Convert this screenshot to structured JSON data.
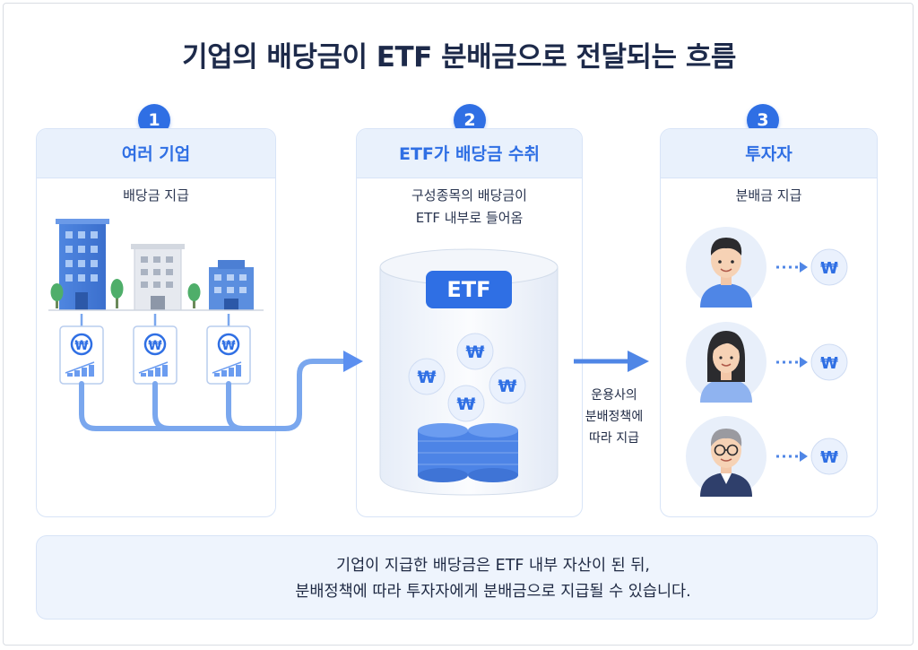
{
  "title": "기업의 배당금이 ETF 분배금으로 전달되는 흐름",
  "steps": [
    {
      "number": "1",
      "heading": "여러 기업",
      "subtitle_lines": [
        "배당금 지급"
      ]
    },
    {
      "number": "2",
      "heading": "ETF가 배당금 수취",
      "subtitle_lines": [
        "구성종목의 배당금이",
        "ETF 내부로 들어옴"
      ]
    },
    {
      "number": "3",
      "heading": "투자자",
      "subtitle_lines": [
        "분배금 지급"
      ]
    }
  ],
  "etf_label": "ETF",
  "currency_symbol": "₩",
  "flow_label_lines": [
    "운용사의",
    "분배정책에",
    "따라 지급"
  ],
  "summary_lines": [
    "기업이 지급한 배당금은 ETF 내부 자산이 된 뒤,",
    "분배정책에 따라 투자자에게 분배금으로 지급될 수 있습니다."
  ],
  "icons": [
    "building-icon",
    "tree-icon",
    "dividend-card-icon",
    "coin-icon",
    "coin-stack-icon",
    "person-avatar-icon",
    "lightbulb-icon"
  ],
  "colors": {
    "accent": "#2f6fe4",
    "panel_head": "#e9f1fc",
    "flow_line": "#7aa7ee"
  }
}
